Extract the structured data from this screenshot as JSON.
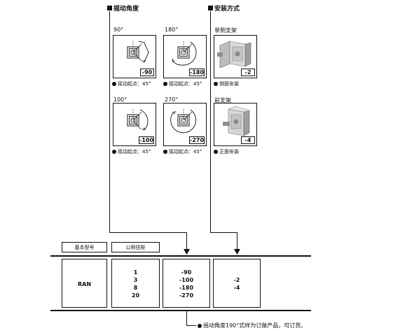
{
  "sections": {
    "swing_angle": {
      "title": "摇动角度"
    },
    "mounting": {
      "title": "安装方式"
    }
  },
  "swing_options": [
    {
      "angle": "90°",
      "code": "-90",
      "caption": "摇动起点：45°"
    },
    {
      "angle": "180°",
      "code": "-180",
      "caption": "摇动起点：45°"
    },
    {
      "angle": "100°",
      "code": "-100",
      "caption": "摇动起点：45°"
    },
    {
      "angle": "270°",
      "code": "-270",
      "caption": "摇动起点：45°"
    }
  ],
  "mount_options": [
    {
      "title": "单侧支架",
      "code": "-2",
      "caption": "侧面安装"
    },
    {
      "title": "前支架",
      "code": "-4",
      "caption": "正面安装"
    }
  ],
  "table": {
    "headers": [
      "基本型号",
      "公称扭矩"
    ],
    "base_model": "RAN",
    "torques": [
      "1",
      "3",
      "8",
      "20"
    ],
    "swing_codes": [
      "-90",
      "-100",
      "-180",
      "-270"
    ],
    "mount_codes": [
      "-2",
      "-4"
    ]
  },
  "footnote": "摇动角度190°式样为订做产品，可订货。",
  "icons": [
    "bullet-square-icon",
    "bullet-dot-icon",
    "rotary-actuator-icon",
    "bracket-product-photo",
    "arrow-down-icon"
  ]
}
